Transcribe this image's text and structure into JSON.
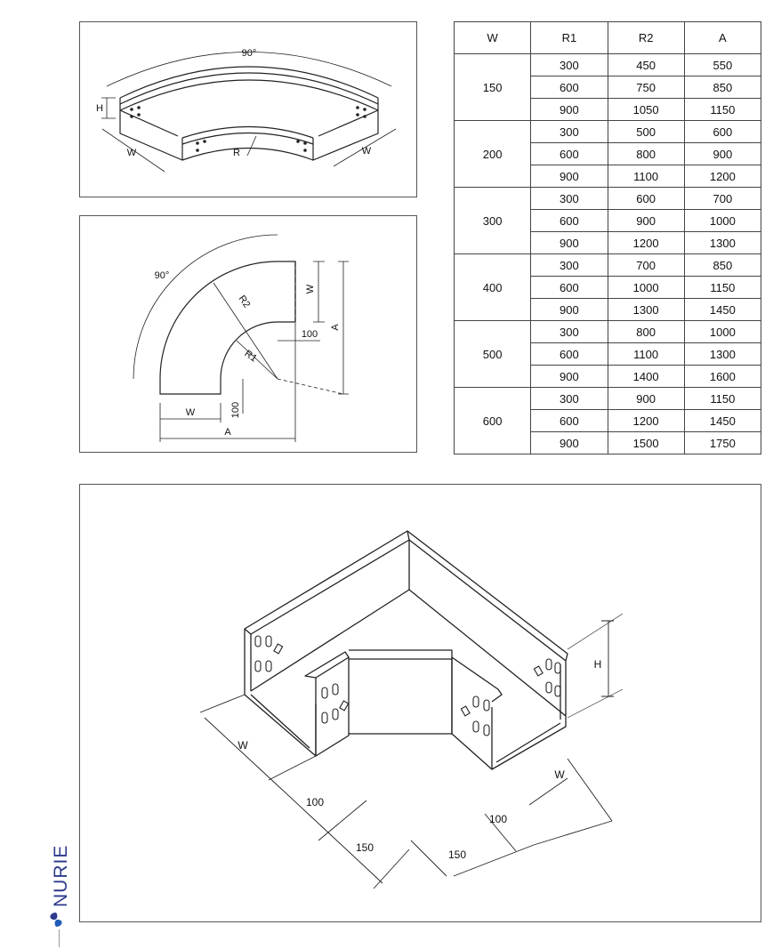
{
  "colors": {
    "line": "#222222",
    "border": "#555555",
    "brand": "#2d3a8c",
    "brand_accent": "#1e5bb8"
  },
  "diagram1": {
    "angle": "90°",
    "height": "H",
    "width_left": "W",
    "width_right": "W",
    "radius": "R"
  },
  "diagram2": {
    "angle": "90°",
    "r2": "R2",
    "r1": "R1",
    "w_top": "W",
    "a_right": "A",
    "off_right": "100",
    "off_bottom": "100",
    "w_bottom": "W",
    "a_bottom": "A"
  },
  "diagram3": {
    "height": "H",
    "w_left": "W",
    "w_right": "W",
    "off_left": "100",
    "flange_left": "150",
    "off_right": "100",
    "flange_right": "150"
  },
  "table": {
    "headers": [
      "W",
      "R1",
      "R2",
      "A"
    ],
    "groups": [
      {
        "w": "150",
        "rows": [
          [
            "300",
            "450",
            "550"
          ],
          [
            "600",
            "750",
            "850"
          ],
          [
            "900",
            "1050",
            "1150"
          ]
        ]
      },
      {
        "w": "200",
        "rows": [
          [
            "300",
            "500",
            "600"
          ],
          [
            "600",
            "800",
            "900"
          ],
          [
            "900",
            "1100",
            "1200"
          ]
        ]
      },
      {
        "w": "300",
        "rows": [
          [
            "300",
            "600",
            "700"
          ],
          [
            "600",
            "900",
            "1000"
          ],
          [
            "900",
            "1200",
            "1300"
          ]
        ]
      },
      {
        "w": "400",
        "rows": [
          [
            "300",
            "700",
            "850"
          ],
          [
            "600",
            "1000",
            "1150"
          ],
          [
            "900",
            "1300",
            "1450"
          ]
        ]
      },
      {
        "w": "500",
        "rows": [
          [
            "300",
            "800",
            "1000"
          ],
          [
            "600",
            "1100",
            "1300"
          ],
          [
            "900",
            "1400",
            "1600"
          ]
        ]
      },
      {
        "w": "600",
        "rows": [
          [
            "300",
            "900",
            "1150"
          ],
          [
            "600",
            "1200",
            "1450"
          ],
          [
            "900",
            "1500",
            "1750"
          ]
        ]
      }
    ]
  },
  "brand": {
    "name": "NURIE",
    "logo_icon": "nurie-swirl-logo-icon"
  }
}
